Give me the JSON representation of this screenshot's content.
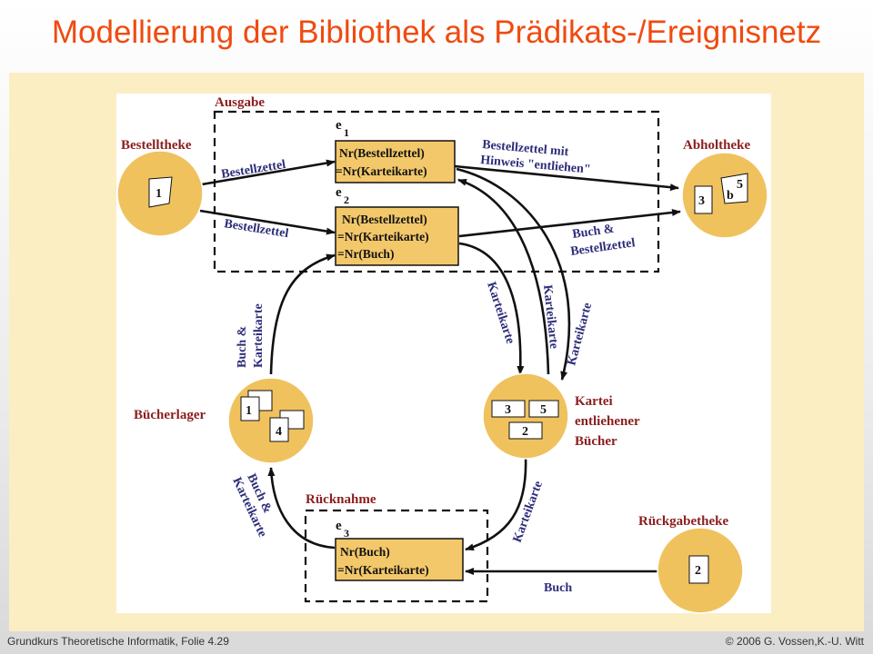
{
  "slide": {
    "title": "Modellierung der Bibliothek als Prädikats-/Ereignisnetz",
    "footer_left": "Grundkurs Theoretische Informatik, Folie 4.29",
    "footer_right": "© 2006 G. Vossen,K.-U. Witt"
  },
  "colors": {
    "title": "#f04a10",
    "place_fill": "#f0c25e",
    "transition_fill": "#f3c86a",
    "place_label": "#8b1e1e",
    "arc_label": "#2d2d7a",
    "panel": "#fbeec2"
  },
  "regions": {
    "ausgabe": "Ausgabe",
    "ruecknahme": "Rücknahme"
  },
  "places": {
    "bestelltheke": {
      "label": "Bestelltheke",
      "tokens": [
        "1"
      ]
    },
    "abholtheke": {
      "label": "Abholtheke",
      "tokens": [
        "3",
        "b",
        "5"
      ]
    },
    "buecherlager": {
      "label": "Bücherlager",
      "tokens": [
        "1",
        "4"
      ]
    },
    "kartei": {
      "label_lines": [
        "Kartei",
        "entliehener",
        "Bücher"
      ],
      "tokens": [
        "3",
        "5",
        "2"
      ]
    },
    "rueckgabetheke": {
      "label": "Rückgabetheke",
      "tokens": [
        "2"
      ]
    }
  },
  "transitions": {
    "e1": {
      "name": "e",
      "index": "1",
      "lines": [
        "Nr(Bestellzettel)",
        "=Nr(Karteikarte)"
      ]
    },
    "e2": {
      "name": "e",
      "index": "2",
      "lines": [
        "Nr(Bestellzettel)",
        "=Nr(Karteikarte)",
        "=Nr(Buch)"
      ]
    },
    "e3": {
      "name": "e",
      "index": "3",
      "lines": [
        "Nr(Buch)",
        "=Nr(Karteikarte)"
      ]
    }
  },
  "arcs": {
    "bestellzettel_1": "Bestellzettel",
    "bestellzettel_2": "Bestellzettel",
    "bestellzettel_hinweis": [
      "Bestellzettel mit",
      "Hinweis \"entliehen\""
    ],
    "buch_bestellzettel": [
      "Buch &",
      "Bestellzettel"
    ],
    "buch_karteikarte_up": [
      "Buch &",
      "Karteikarte"
    ],
    "karteikarte_1": "Karteikarte",
    "karteikarte_2": "Karteikarte",
    "karteikarte_3": "Karteikarte",
    "karteikarte_4": "Karteikarte",
    "buch_karteikarte_down": [
      "Buch &",
      "Karteikarte"
    ],
    "buch": "Buch"
  }
}
